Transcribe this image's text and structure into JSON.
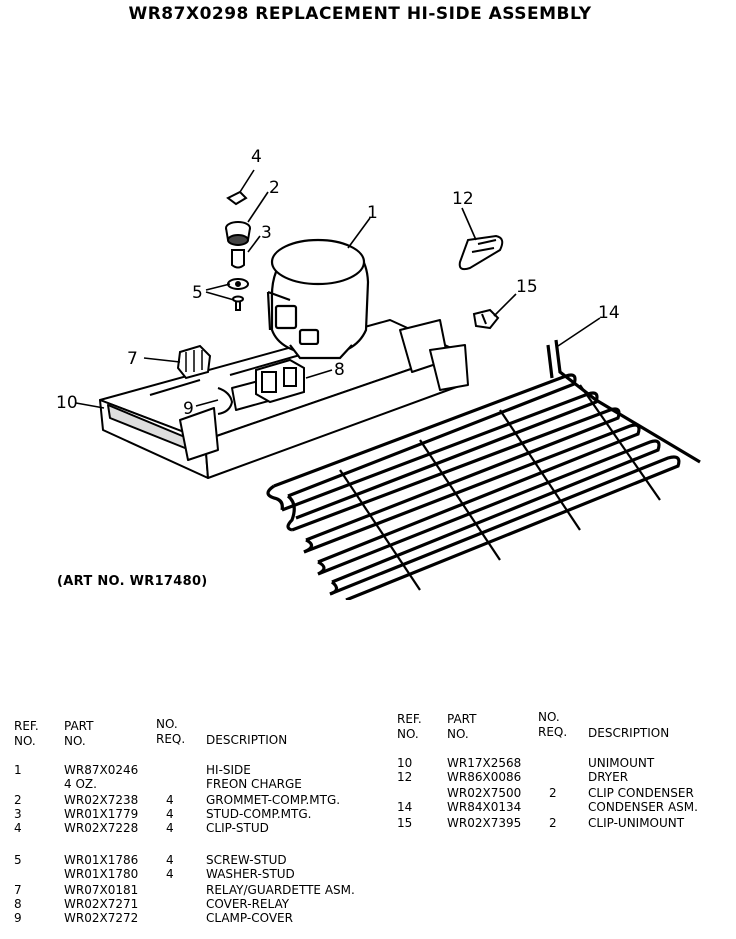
{
  "title": "WR87X0298 REPLACEMENT HI-SIDE ASSEMBLY",
  "art_no": "(ART NO. WR17480)",
  "callouts": [
    "1",
    "2",
    "3",
    "4",
    "5",
    "7",
    "8",
    "9",
    "10",
    "12",
    "14",
    "15"
  ],
  "headers": {
    "ref_1": "REF.",
    "ref_2": "NO.",
    "part_1": "PART",
    "part_2": "NO.",
    "req_1": "NO.",
    "req_2": "REQ.",
    "desc": "DESCRIPTION"
  },
  "left_rows": [
    {
      "ref": "1",
      "part": "WR87X0246",
      "req": "",
      "desc": "HI-SIDE"
    },
    {
      "ref": "",
      "part": "4 OZ.",
      "req": "",
      "desc": "FREON CHARGE"
    },
    {
      "ref": "2",
      "part": "WR02X7238",
      "req": "4",
      "desc": "GROMMET-COMP.MTG."
    },
    {
      "ref": "3",
      "part": "WR01X1779",
      "req": "4",
      "desc": "STUD-COMP.MTG."
    },
    {
      "ref": "4",
      "part": "WR02X7228",
      "req": "4",
      "desc": "CLIP-STUD"
    },
    {
      "ref": "5",
      "part": "WR01X1786",
      "req": "4",
      "desc": "SCREW-STUD"
    },
    {
      "ref": "",
      "part": "WR01X1780",
      "req": "4",
      "desc": "WASHER-STUD"
    },
    {
      "ref": "7",
      "part": "WR07X0181",
      "req": "",
      "desc": "RELAY/GUARDETTE ASM."
    },
    {
      "ref": "8",
      "part": "WR02X7271",
      "req": "",
      "desc": "COVER-RELAY"
    },
    {
      "ref": "9",
      "part": "WR02X7272",
      "req": "",
      "desc": "CLAMP-COVER"
    }
  ],
  "right_rows": [
    {
      "ref": "10",
      "part": "WR17X2568",
      "req": "",
      "desc": "UNIMOUNT"
    },
    {
      "ref": "12",
      "part": "WR86X0086",
      "req": "",
      "desc": "DRYER"
    },
    {
      "ref": "",
      "part": "WR02X7500",
      "req": "2",
      "desc": "CLIP CONDENSER"
    },
    {
      "ref": "14",
      "part": "WR84X0134",
      "req": "",
      "desc": "CONDENSER ASM."
    },
    {
      "ref": "15",
      "part": "WR02X7395",
      "req": "2",
      "desc": "CLIP-UNIMOUNT"
    }
  ]
}
